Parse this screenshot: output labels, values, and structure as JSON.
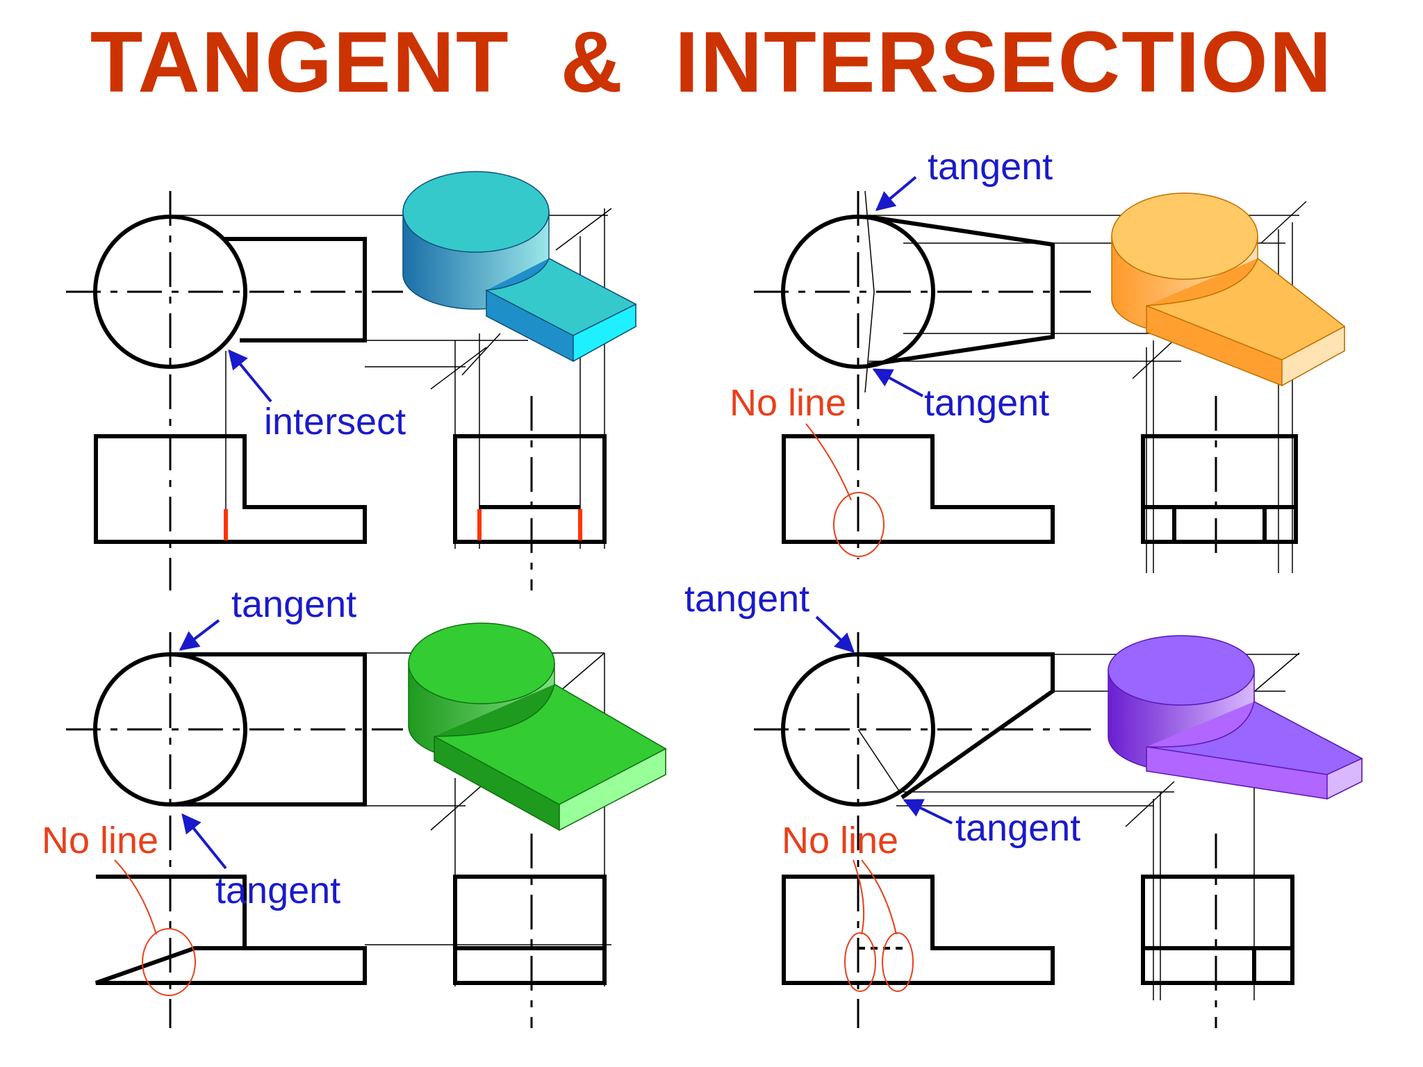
{
  "title": "TANGENT  &  INTERSECTION",
  "colors": {
    "title": "#cc3300",
    "annotation_blue": "#1a1acc",
    "annotation_red": "#e8401a",
    "outline": "#000000",
    "panel1": "#35c9cc",
    "panel2": "#ffbf52",
    "panel3": "#33cc33",
    "panel4": "#9966ff"
  },
  "panels": [
    {
      "id": "panel-1",
      "labels": [
        "intersect"
      ]
    },
    {
      "id": "panel-2",
      "labels": [
        "tangent",
        "tangent",
        "No line"
      ]
    },
    {
      "id": "panel-3",
      "labels": [
        "tangent",
        "tangent",
        "No line"
      ]
    },
    {
      "id": "panel-4",
      "labels": [
        "tangent",
        "tangent",
        "No line"
      ]
    }
  ]
}
